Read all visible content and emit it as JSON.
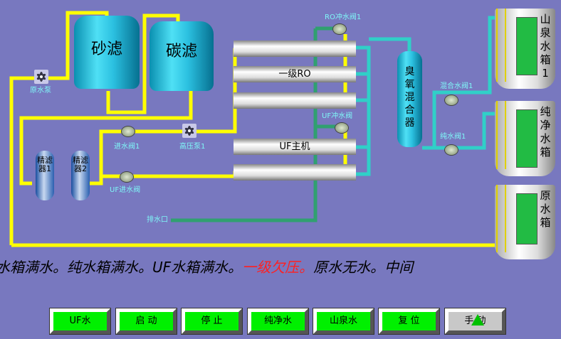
{
  "tanks": {
    "sand": "砂滤",
    "carbon": "碳滤",
    "ozone": "臭氧混合器"
  },
  "tubes": {
    "ro": "一级RO",
    "uf": "UF主机"
  },
  "labels": {
    "raw_pump": "原水泵",
    "inlet_valve1": "进水阀1",
    "hp_pump1": "高压泵1",
    "uf_inlet_valve": "UF进水阀",
    "ro_clean_valve1": "RO冲水阀1",
    "uf_clean_valve": "UF冲水阀",
    "mix_valve1": "混合水阀1",
    "pure_valve1": "纯水阀1",
    "drain": "排水口",
    "filter1": "精滤器1",
    "filter2": "精滤器2"
  },
  "storage": [
    {
      "name": "山泉水箱1",
      "level": 0.9
    },
    {
      "name": "纯净水箱",
      "level": 0.9
    },
    {
      "name": "原水箱",
      "level": 0.9
    }
  ],
  "alarm": {
    "part1": "水箱满水。纯水箱满水。UF水箱满水。",
    "warn": "一级欠压。",
    "part2": "原水无水。中间"
  },
  "buttons": [
    "UF水",
    "启 动",
    "停 止",
    "纯净水",
    "山泉水",
    "复 位",
    "手 动"
  ],
  "colors": {
    "background": "#7878bf",
    "active": "#00f000",
    "warn": "#ff2020"
  }
}
